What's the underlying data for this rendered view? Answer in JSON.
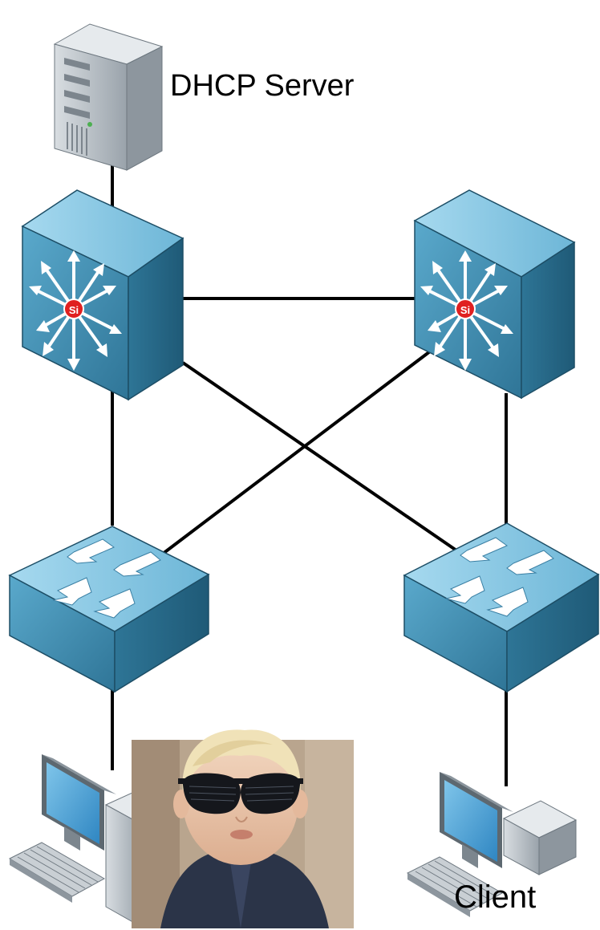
{
  "labels": {
    "server": "DHCP Server",
    "client": "Client"
  },
  "icons": {
    "server": "server-tower-icon",
    "multilayer_switch": "multilayer-switch-icon",
    "switch": "workgroup-switch-icon",
    "workstation": "desktop-computer-icon",
    "photo": "child-with-sunglasses-photo"
  },
  "colors": {
    "device_front": "#3d89ad",
    "device_top": "#7ec3e1",
    "device_side": "#25698a",
    "link": "#000000",
    "server_body": "#b9c0c6"
  }
}
